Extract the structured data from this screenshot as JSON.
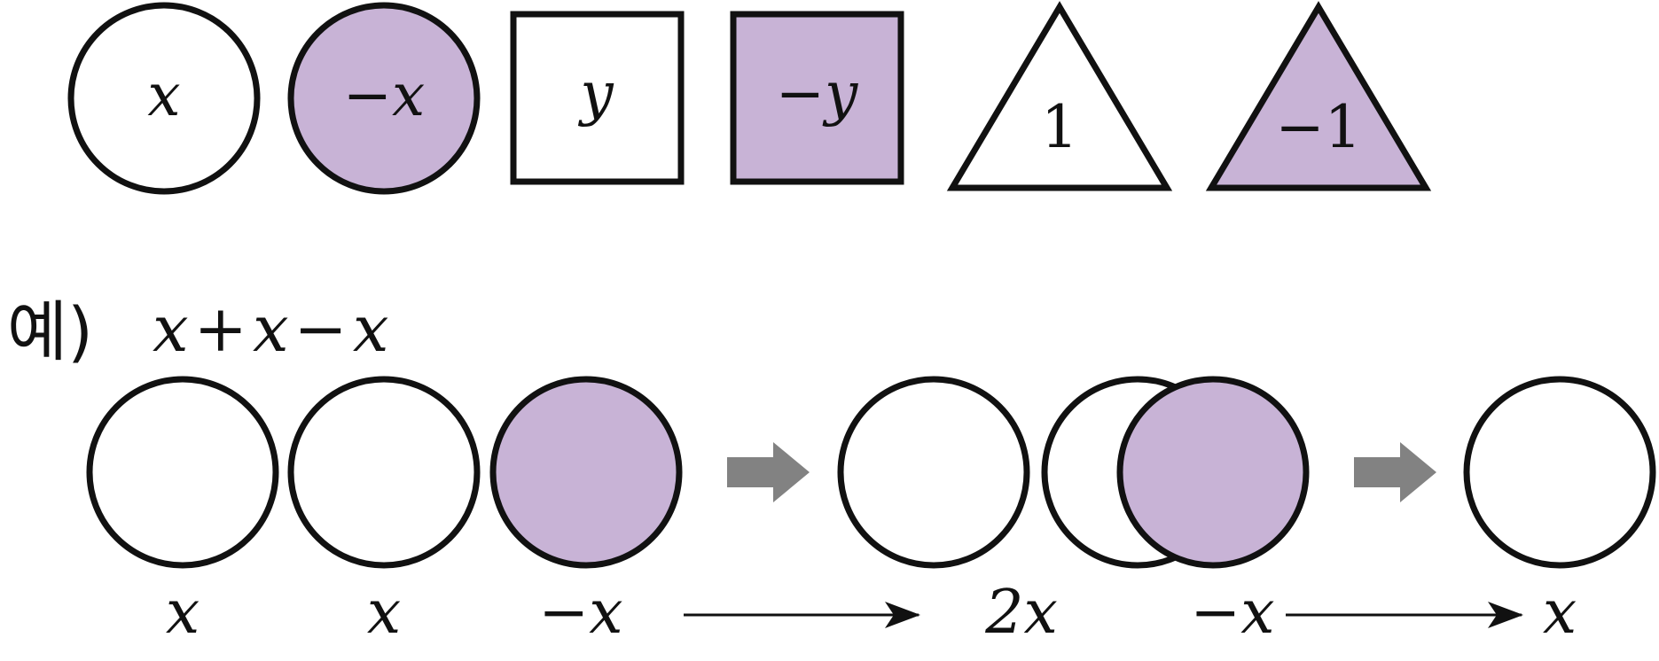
{
  "colors": {
    "stroke": "#111111",
    "negative_fill": "#c8b3d6",
    "positive_fill": "#ffffff",
    "step_arrow": "#828282"
  },
  "legend": [
    {
      "shape": "circle",
      "fill": "positive",
      "label_sign": "",
      "label_var": "x"
    },
    {
      "shape": "circle",
      "fill": "negative",
      "label_sign": "−",
      "label_var": "x"
    },
    {
      "shape": "square",
      "fill": "positive",
      "label_sign": "",
      "label_var": "y"
    },
    {
      "shape": "square",
      "fill": "negative",
      "label_sign": "−",
      "label_var": "y"
    },
    {
      "shape": "triangle",
      "fill": "positive",
      "label_sign": "",
      "label_var": "1"
    },
    {
      "shape": "triangle",
      "fill": "negative",
      "label_sign": "−",
      "label_var": "1"
    }
  ],
  "example": {
    "prefix": "예)",
    "expression": {
      "term1": "x",
      "op1": "+",
      "term2": "x",
      "op2": "−",
      "term3": "x"
    },
    "step1": {
      "tiles": [
        "positive",
        "positive",
        "negative"
      ],
      "labels": [
        "x",
        "x",
        "−x"
      ]
    },
    "step2": {
      "tiles": [
        "positive",
        "positive",
        "negative"
      ],
      "labels": [
        "2x",
        "−x"
      ]
    },
    "step3": {
      "tiles": [
        "positive"
      ],
      "labels": [
        "x"
      ]
    }
  }
}
